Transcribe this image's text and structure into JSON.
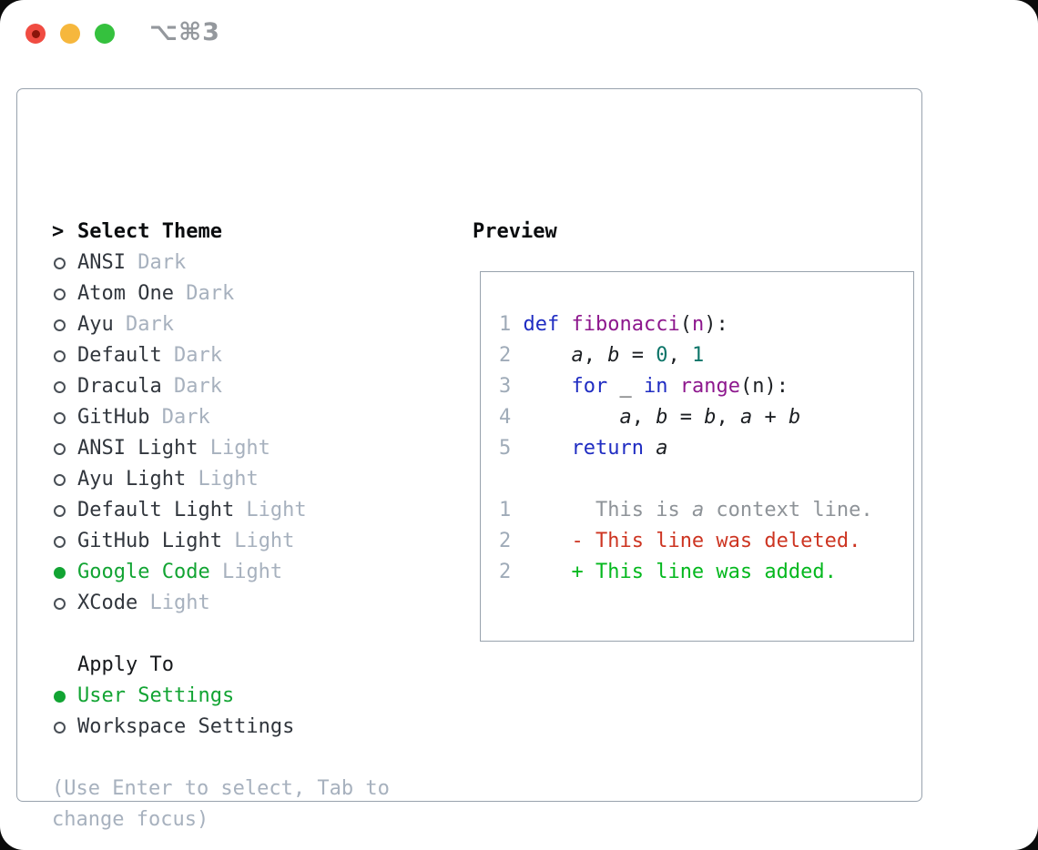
{
  "window": {
    "title": "⌥⌘3",
    "traffic_lights": [
      "close",
      "minimize",
      "zoom"
    ]
  },
  "picker": {
    "header_marker": ">",
    "header": "Select Theme",
    "items": [
      {
        "name": "ANSI",
        "variant": "Dark",
        "selected": false
      },
      {
        "name": "Atom One",
        "variant": "Dark",
        "selected": false
      },
      {
        "name": "Ayu",
        "variant": "Dark",
        "selected": false
      },
      {
        "name": "Default",
        "variant": "Dark",
        "selected": false
      },
      {
        "name": "Dracula",
        "variant": "Dark",
        "selected": false
      },
      {
        "name": "GitHub",
        "variant": "Dark",
        "selected": false
      },
      {
        "name": "ANSI Light",
        "variant": "Light",
        "selected": false
      },
      {
        "name": "Ayu Light",
        "variant": "Light",
        "selected": false
      },
      {
        "name": "Default Light",
        "variant": "Light",
        "selected": false
      },
      {
        "name": "GitHub Light",
        "variant": "Light",
        "selected": false
      },
      {
        "name": "Google Code",
        "variant": "Light",
        "selected": true
      },
      {
        "name": "XCode",
        "variant": "Light",
        "selected": false
      }
    ],
    "apply_header": "Apply To",
    "apply_options": [
      {
        "name": "User Settings",
        "selected": true
      },
      {
        "name": "Workspace Settings",
        "selected": false
      }
    ],
    "hint": "(Use Enter to select, Tab to change focus)"
  },
  "preview": {
    "header": "Preview",
    "code_lines": [
      [
        [
          "ln",
          "1"
        ],
        [
          "pl",
          " "
        ],
        [
          "kw",
          "def"
        ],
        [
          "pl",
          " "
        ],
        [
          "fn",
          "fibonacci"
        ],
        [
          "pl",
          "("
        ],
        [
          "pm",
          "n"
        ],
        [
          "pl",
          "):"
        ]
      ],
      [
        [
          "ln",
          "2"
        ],
        [
          "pl",
          "     "
        ],
        [
          "va",
          "a"
        ],
        [
          "pl",
          ", "
        ],
        [
          "va",
          "b"
        ],
        [
          "pl",
          " = "
        ],
        [
          "nu",
          "0"
        ],
        [
          "pl",
          ", "
        ],
        [
          "nu",
          "1"
        ]
      ],
      [
        [
          "ln",
          "3"
        ],
        [
          "pl",
          "     "
        ],
        [
          "kw",
          "for"
        ],
        [
          "pl",
          " _ "
        ],
        [
          "kw",
          "in"
        ],
        [
          "pl",
          " "
        ],
        [
          "fn",
          "range"
        ],
        [
          "pl",
          "(n):"
        ]
      ],
      [
        [
          "ln",
          "4"
        ],
        [
          "pl",
          "         "
        ],
        [
          "va",
          "a"
        ],
        [
          "pl",
          ", "
        ],
        [
          "va",
          "b"
        ],
        [
          "pl",
          " = "
        ],
        [
          "va",
          "b"
        ],
        [
          "pl",
          ", "
        ],
        [
          "va",
          "a"
        ],
        [
          "pl",
          " + "
        ],
        [
          "va",
          "b"
        ]
      ],
      [
        [
          "ln",
          "5"
        ],
        [
          "pl",
          "     "
        ],
        [
          "kw",
          "return"
        ],
        [
          "pl",
          " "
        ],
        [
          "va",
          "a"
        ]
      ],
      [],
      [
        [
          "ln",
          "1"
        ],
        [
          "pl",
          "       "
        ],
        [
          "cx",
          "This is "
        ],
        [
          "cxi",
          "a"
        ],
        [
          "cx",
          " context line."
        ]
      ],
      [
        [
          "ln",
          "2"
        ],
        [
          "pl",
          "     "
        ],
        [
          "de",
          "- This line was deleted."
        ]
      ],
      [
        [
          "ln",
          "2"
        ],
        [
          "pl",
          "     "
        ],
        [
          "ad",
          "+ This line was added."
        ]
      ]
    ]
  },
  "colors": {
    "accent_green": "#12a433",
    "added_green": "#04b81e",
    "deleted_red": "#cd3522",
    "keyword_blue": "#1f2cc2",
    "function_purple": "#8d178d",
    "number_teal": "#0b7468",
    "line_number_gray": "#9fabb8",
    "muted_gray": "#a7b1be",
    "context_gray": "#8e9398",
    "text_dark": "#31363d",
    "border_gray": "#98a2ad",
    "traffic_red": "#f04c42",
    "traffic_red_dot": "#8a150a",
    "traffic_yellow": "#f6b73d",
    "traffic_green": "#35c13e"
  }
}
